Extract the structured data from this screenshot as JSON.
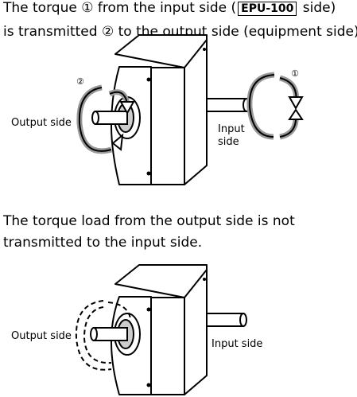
{
  "diagram1": {
    "line1": {
      "before": "The torque ",
      "num": "①",
      "middle": " from the input side (",
      "model": "EPU-100",
      "after": " side)"
    },
    "line2": {
      "before": "is transmitted ",
      "num": "②",
      "after": " to the output side (equipment side)."
    },
    "marker_input": "①",
    "marker_output": "②",
    "label_output": "Output side",
    "label_input_line1": "Input",
    "label_input_line2": "side"
  },
  "diagram2": {
    "line1": "The torque load from the output side is not",
    "line2": "transmitted to the input side.",
    "label_output": "Output side",
    "label_input": "Input side"
  }
}
